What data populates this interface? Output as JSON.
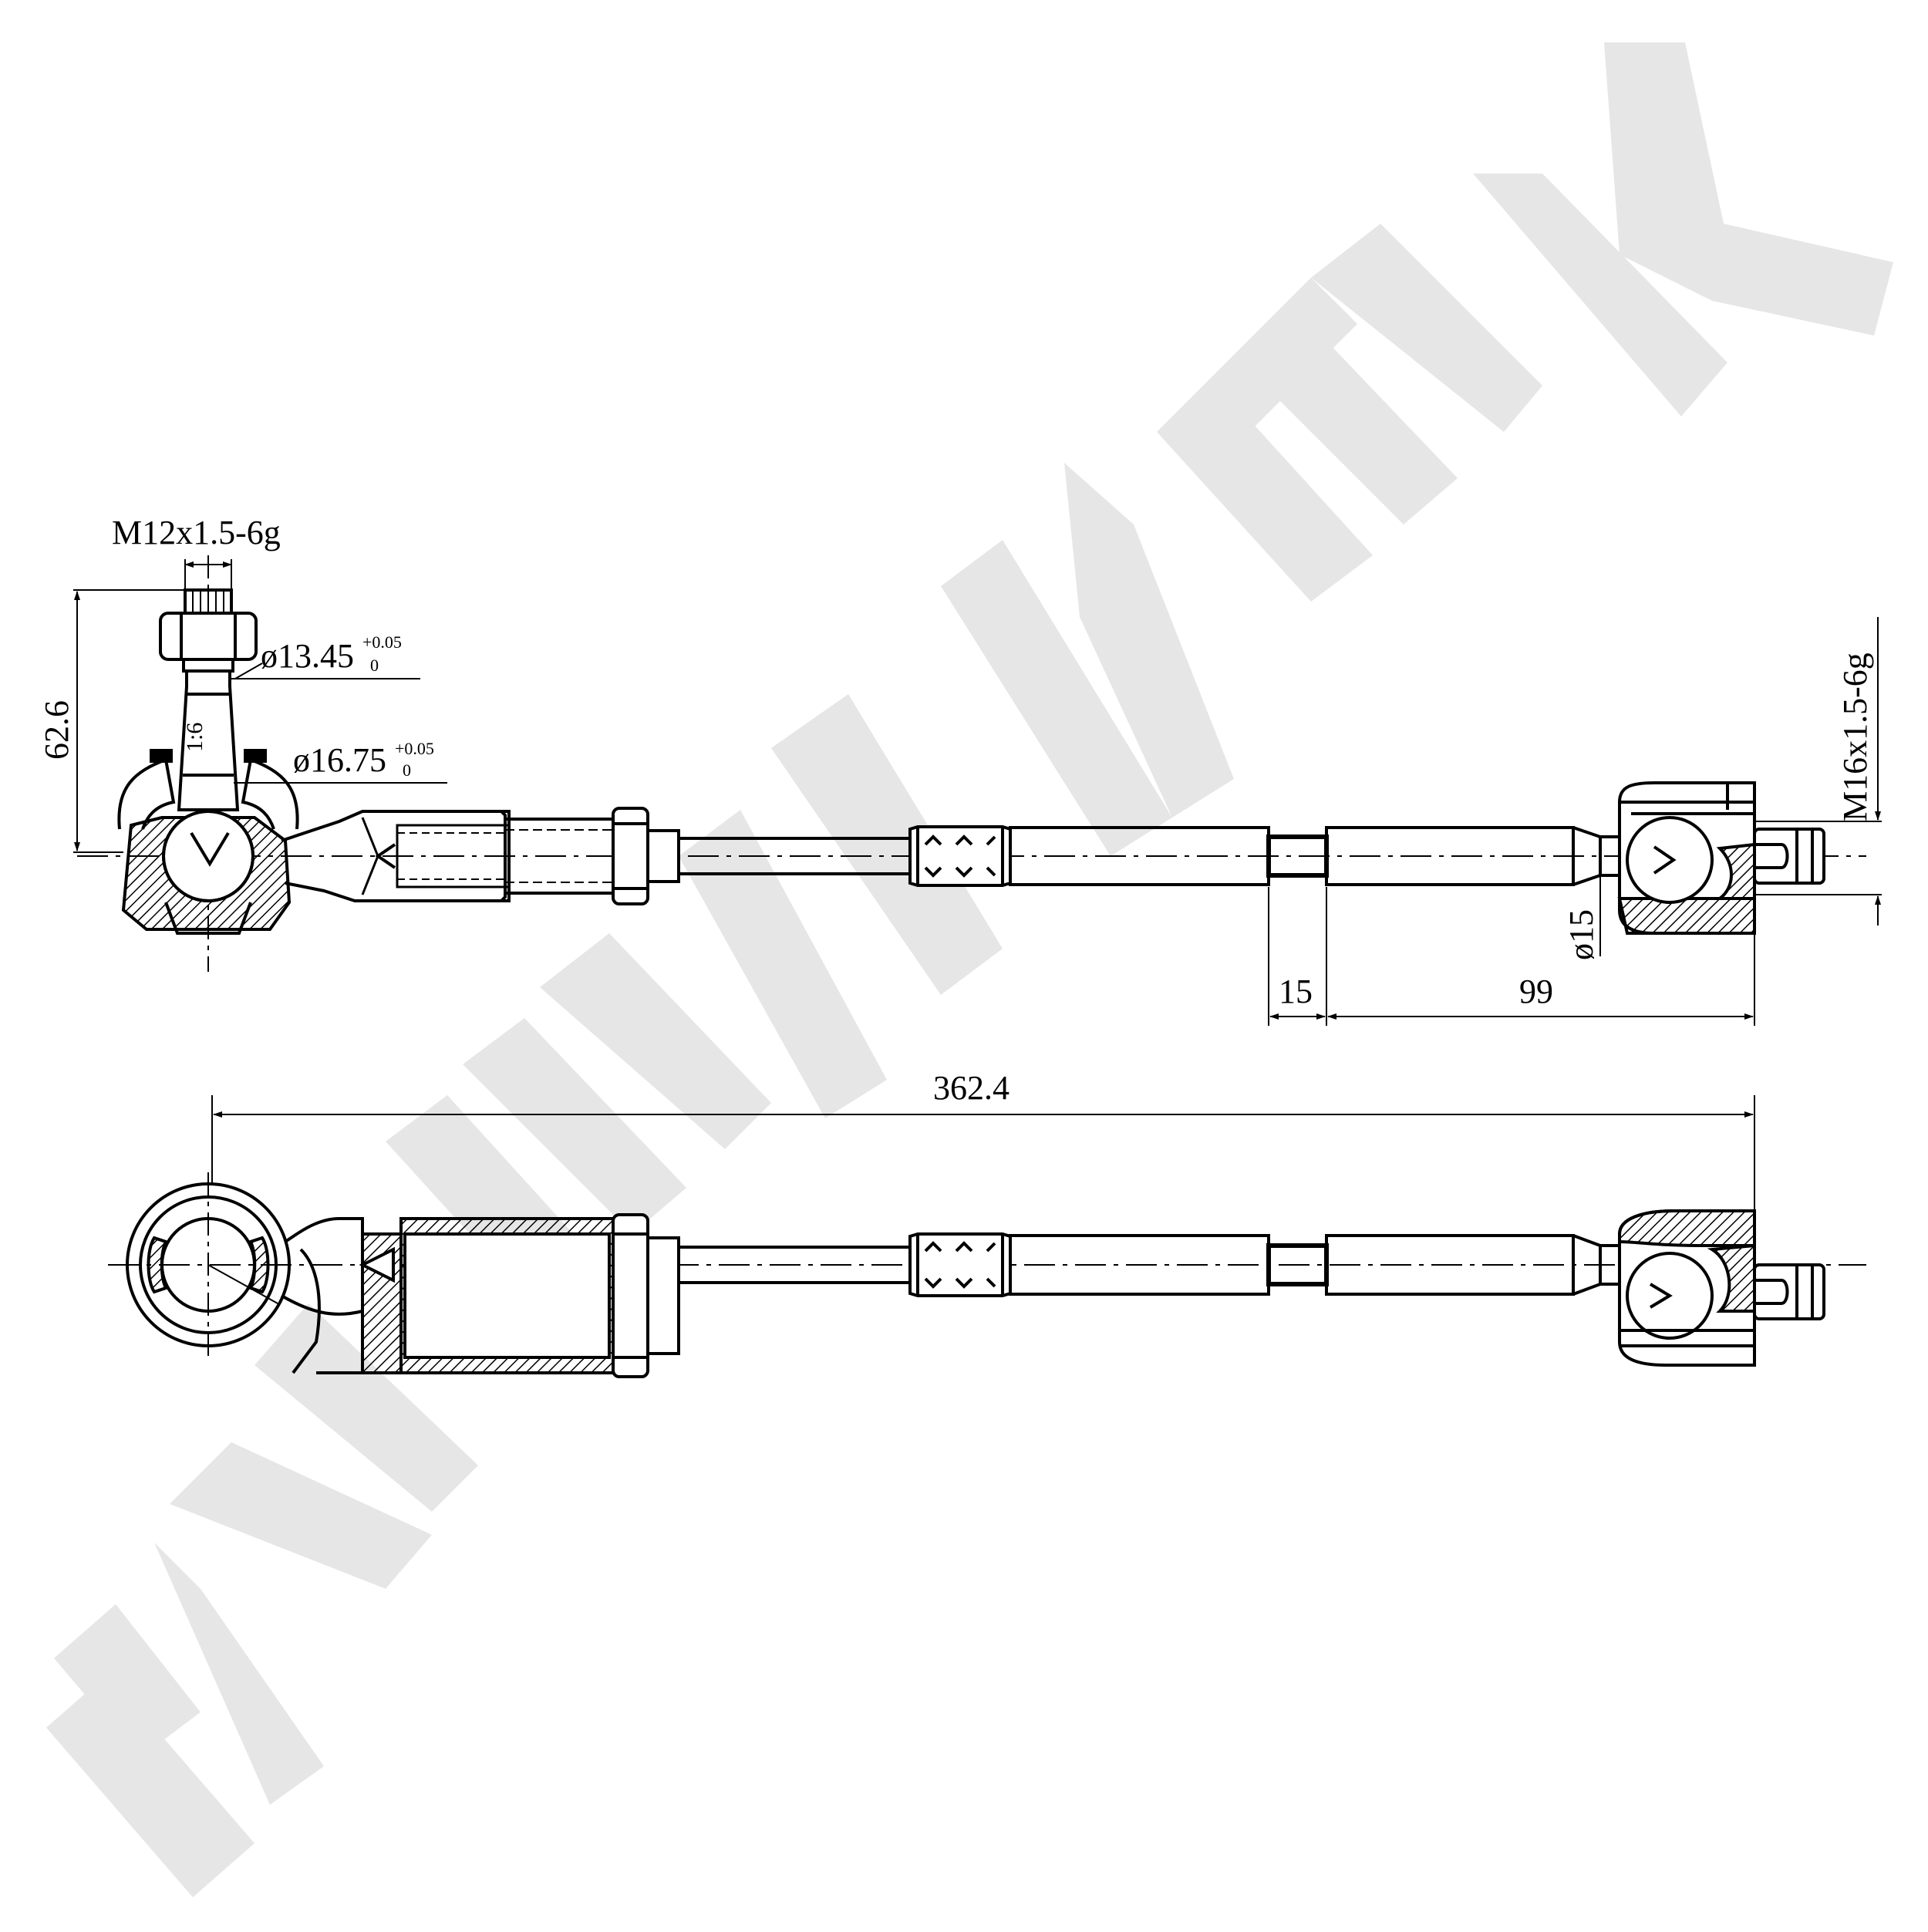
{
  "watermark": {
    "text": "ZENNEK",
    "color": "#e6e6e6"
  },
  "colors": {
    "line": "#000000",
    "background": "#ffffff"
  },
  "dimensions": {
    "thread_top": "M12x1.5-6g",
    "height": "62.6",
    "dia_1_base": "ø13.45",
    "dia_1_upper_tol": "+0.05",
    "dia_1_lower_tol": "0",
    "taper": "1:6",
    "dia_2_base": "ø16.75",
    "dia_2_upper_tol": "+0.05",
    "dia_2_lower_tol": "0",
    "thread_right": "M16x1.5-6g",
    "dia_shank": "ø15",
    "len_short": "15",
    "len_long": "99",
    "overall": "362.4"
  }
}
